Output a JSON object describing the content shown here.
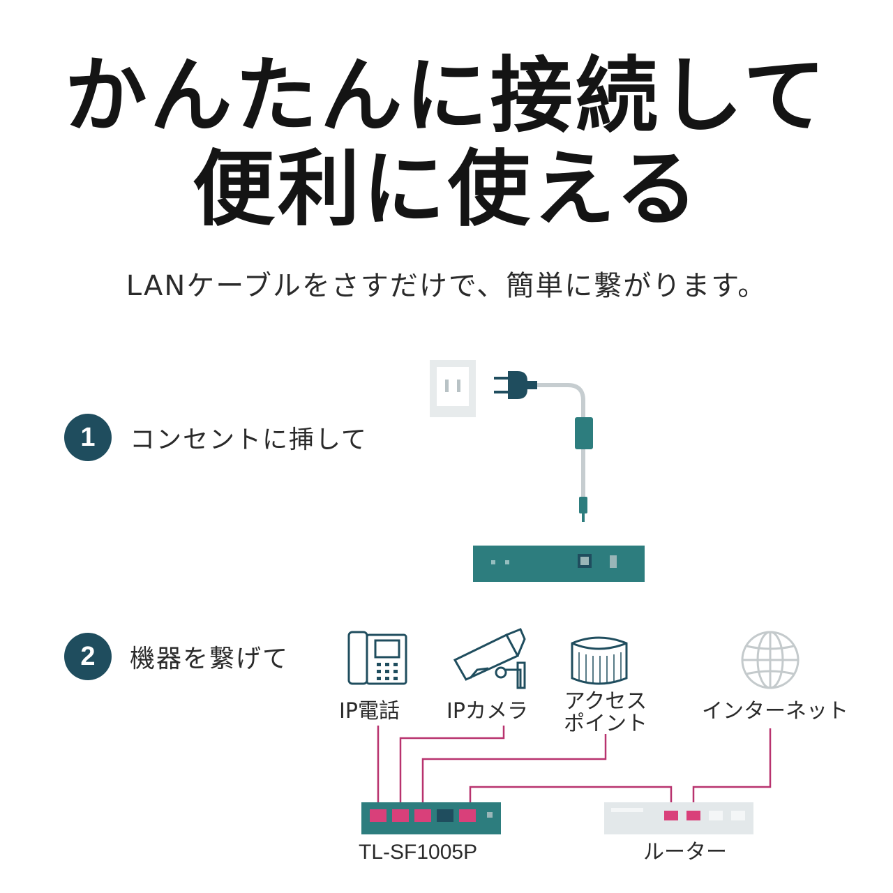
{
  "headline": {
    "line1": "かんたんに接続して",
    "line2": "便利に使える"
  },
  "subtitle": "LANケーブルをさすだけで、簡単に繋がります。",
  "steps": [
    {
      "number": "1",
      "text": "コンセントに挿して"
    },
    {
      "number": "2",
      "text": "機器を繋げて"
    }
  ],
  "devices": {
    "ip_phone": "IP電話",
    "ip_camera": "IPカメラ",
    "access_point_line1": "アクセス",
    "access_point_line2": "ポイント",
    "internet": "インターネット"
  },
  "switch_label": "TL-SF1005P",
  "router_label": "ルーター",
  "icons": [
    "power-outlet-icon",
    "power-plug-icon",
    "ip-phone-icon",
    "ip-camera-icon",
    "access-point-icon",
    "globe-icon"
  ],
  "colors": {
    "teal": "#2d7d7e",
    "dark_teal": "#1f4d5e",
    "cable_magenta": "#b8326e",
    "port_pink": "#d9407a",
    "router_gray": "#e3e8ea"
  }
}
